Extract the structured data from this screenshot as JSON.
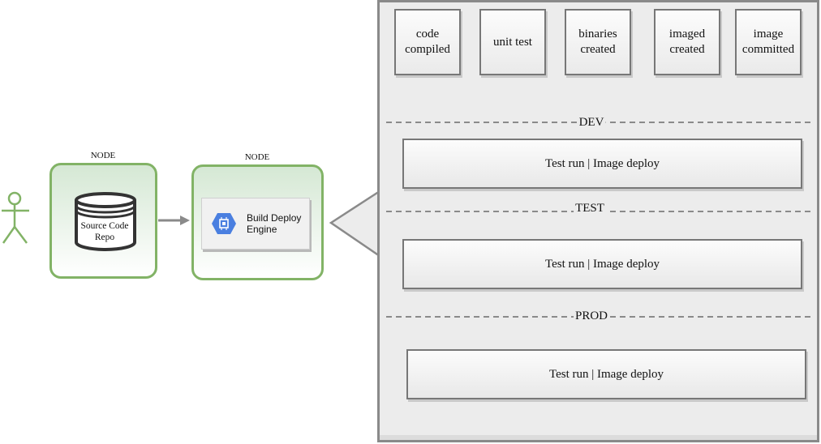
{
  "actor": {
    "icon": "stick-figure-actor-icon",
    "color": "#82b366"
  },
  "nodes": [
    {
      "label": "NODE",
      "content": "Source Code Repo",
      "icon": "database-cylinder-icon"
    },
    {
      "label": "NODE",
      "content": "Build Deploy Engine",
      "icon": "compute-engine-icon",
      "icon_color": "#4a7fe0"
    }
  ],
  "repo": {
    "line1": "Source Code",
    "line2": "Repo"
  },
  "engine": {
    "line1": "Build Deploy",
    "line2": "Engine"
  },
  "stages": [
    {
      "line1": "code",
      "line2": "compiled"
    },
    {
      "line1": "unit test",
      "line2": ""
    },
    {
      "line1": "binaries",
      "line2": "created"
    },
    {
      "line1": "imaged",
      "line2": "created"
    },
    {
      "line1": "image",
      "line2": "committed"
    }
  ],
  "environments": [
    {
      "name": "DEV",
      "action": "Test run | Image deploy"
    },
    {
      "name": "TEST",
      "action": "Test run | Image deploy"
    },
    {
      "name": "PROD",
      "action": "Test run | Image deploy"
    }
  ],
  "colors": {
    "node_border": "#82b366",
    "node_fill": "#d5e8d4",
    "panel_border": "#8a8a8a",
    "panel_fill": "#ececec"
  }
}
